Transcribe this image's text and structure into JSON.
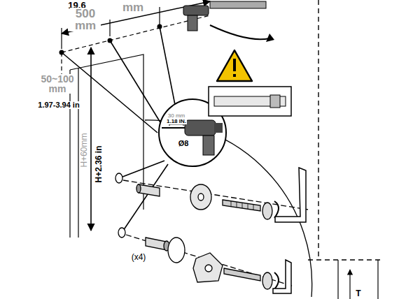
{
  "diagram": {
    "labels": [
      "19.6",
      "500 mm",
      "mm",
      "50~100 mm",
      "1.97-3.94 in",
      "H+60mm",
      "H+2.36 in",
      "30 mm",
      "1.18 IN.",
      "Ø8",
      "(x4)",
      "T"
    ]
  }
}
